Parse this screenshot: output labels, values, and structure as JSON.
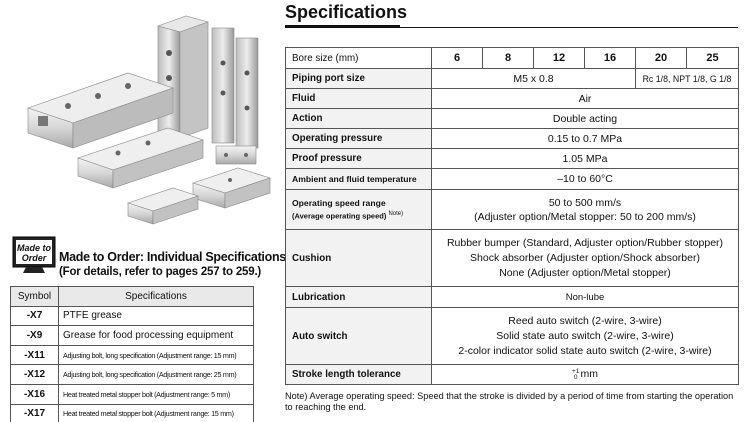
{
  "made_to_order": {
    "badge_line1": "Made to",
    "badge_line2": "Order",
    "title": "Made to Order: Individual Specifications",
    "subtitle": "(For details, refer to pages 257 to 259.)",
    "headers": [
      "Symbol",
      "Specifications"
    ],
    "rows": [
      {
        "symbol": "-X7",
        "spec": "PTFE grease"
      },
      {
        "symbol": "-X9",
        "spec": "Grease for food processing equipment"
      },
      {
        "symbol": "-X11",
        "spec": "Adjusting bolt, long specification (Adjustment range: 15 mm)"
      },
      {
        "symbol": "-X12",
        "spec": "Adjusting bolt, long specification (Adjustment range: 25 mm)"
      },
      {
        "symbol": "-X16",
        "spec": "Heat treated metal stopper bolt (Adjustment range: 5 mm)"
      },
      {
        "symbol": "-X17",
        "spec": "Heat treated metal stopper bolt (Adjustment range: 15 mm)"
      }
    ]
  },
  "specifications": {
    "title": "Specifications",
    "bore_label": "Bore size (mm)",
    "bore_sizes": [
      "6",
      "8",
      "12",
      "16",
      "20",
      "25"
    ],
    "piping_label": "Piping port size",
    "piping_small": "M5 x 0.8",
    "piping_large": "Rc 1/8, NPT 1/8, G 1/8",
    "fluid_label": "Fluid",
    "fluid": "Air",
    "action_label": "Action",
    "action": "Double acting",
    "op_pressure_label": "Operating pressure",
    "op_pressure": "0.15 to 0.7 MPa",
    "proof_label": "Proof pressure",
    "proof": "1.05 MPa",
    "temp_label": "Ambient and fluid temperature",
    "temp": "–10 to 60°C",
    "speed_label_1": "Operating speed range",
    "speed_label_2": "(Average operating speed)",
    "speed_note_mark": "Note)",
    "speed_1": "50 to 500 mm/s",
    "speed_2": "(Adjuster option/Metal stopper: 50 to 200 mm/s)",
    "cushion_label": "Cushion",
    "cushion_1": "Rubber bumper (Standard, Adjuster option/Rubber stopper)",
    "cushion_2": "Shock absorber (Adjuster option/Shock absorber)",
    "cushion_3": "None (Adjuster option/Metal stopper)",
    "lube_label": "Lubrication",
    "lube": "Non-lube",
    "switch_label": "Auto switch",
    "switch_1": "Reed auto switch (2-wire, 3-wire)",
    "switch_2": "Solid state auto switch (2-wire, 3-wire)",
    "switch_3": "2-color indicator solid state auto switch (2-wire, 3-wire)",
    "stroke_label": "Stroke length tolerance",
    "stroke_plus": "+1",
    "stroke_minus": "0",
    "stroke_unit": "mm",
    "note": "Note) Average operating speed: Speed that the stroke is divided by a period of time from starting the operation to reaching the end."
  }
}
